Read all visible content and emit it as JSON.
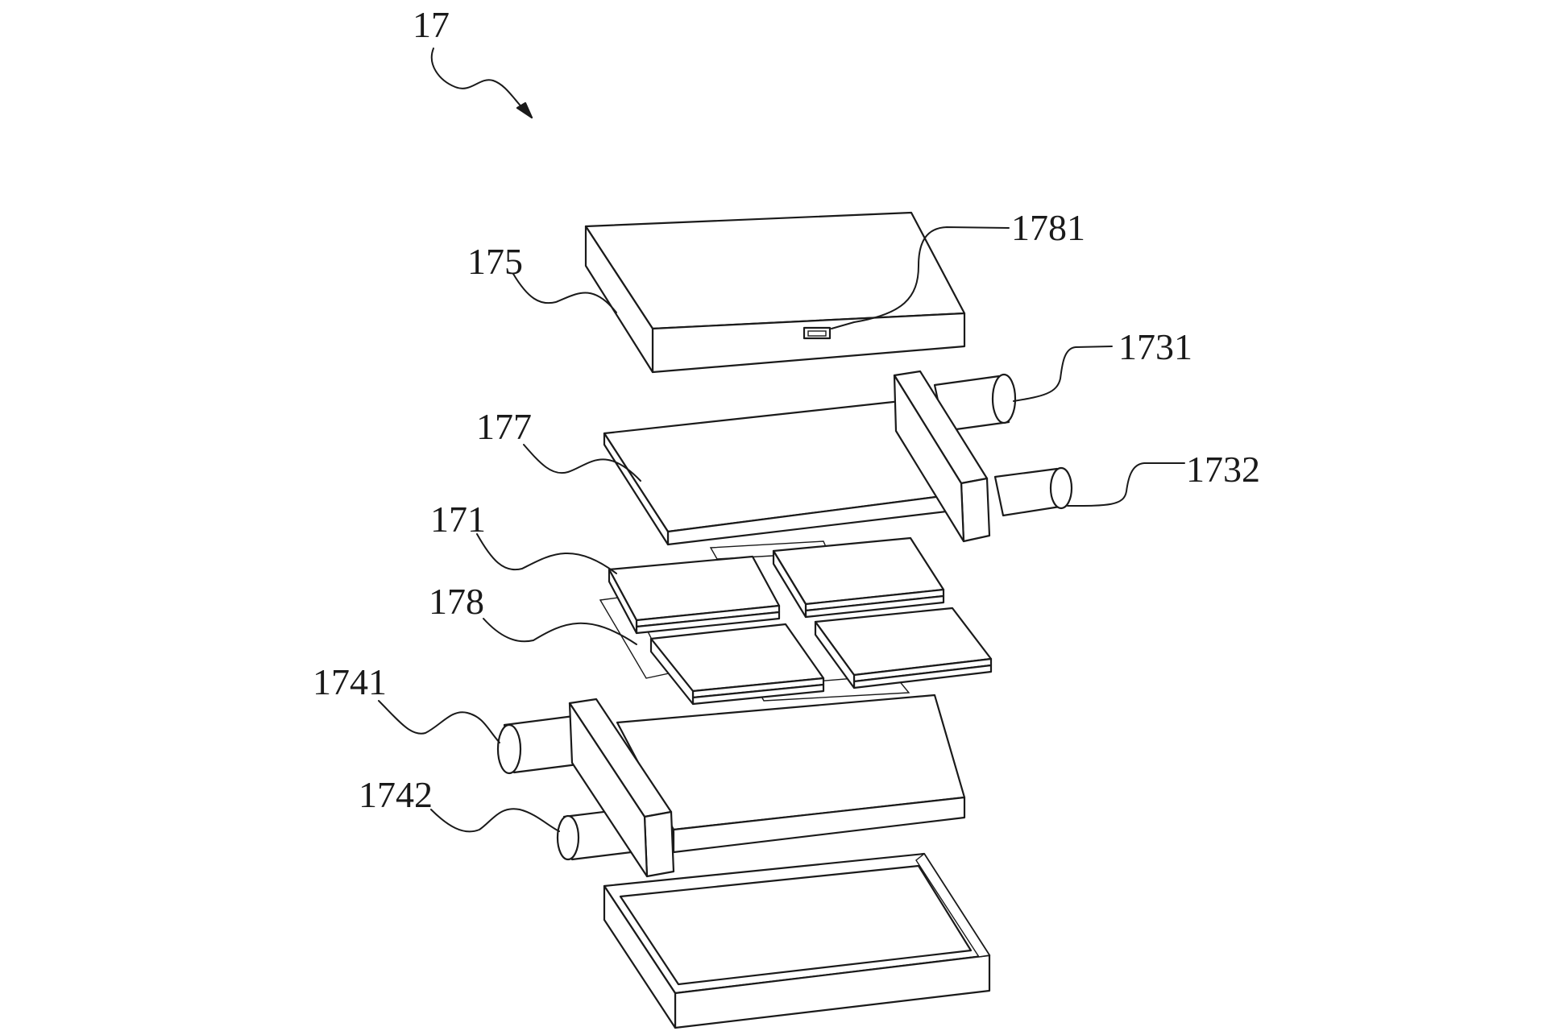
{
  "figure": {
    "reference": "17",
    "labels": {
      "cover": "175",
      "connector": "1781",
      "upper_plate": "177",
      "upper_port_a": "1731",
      "upper_port_b": "1732",
      "cell": "171",
      "film": "178",
      "lower_port_a": "1741",
      "lower_port_b": "1742"
    }
  }
}
